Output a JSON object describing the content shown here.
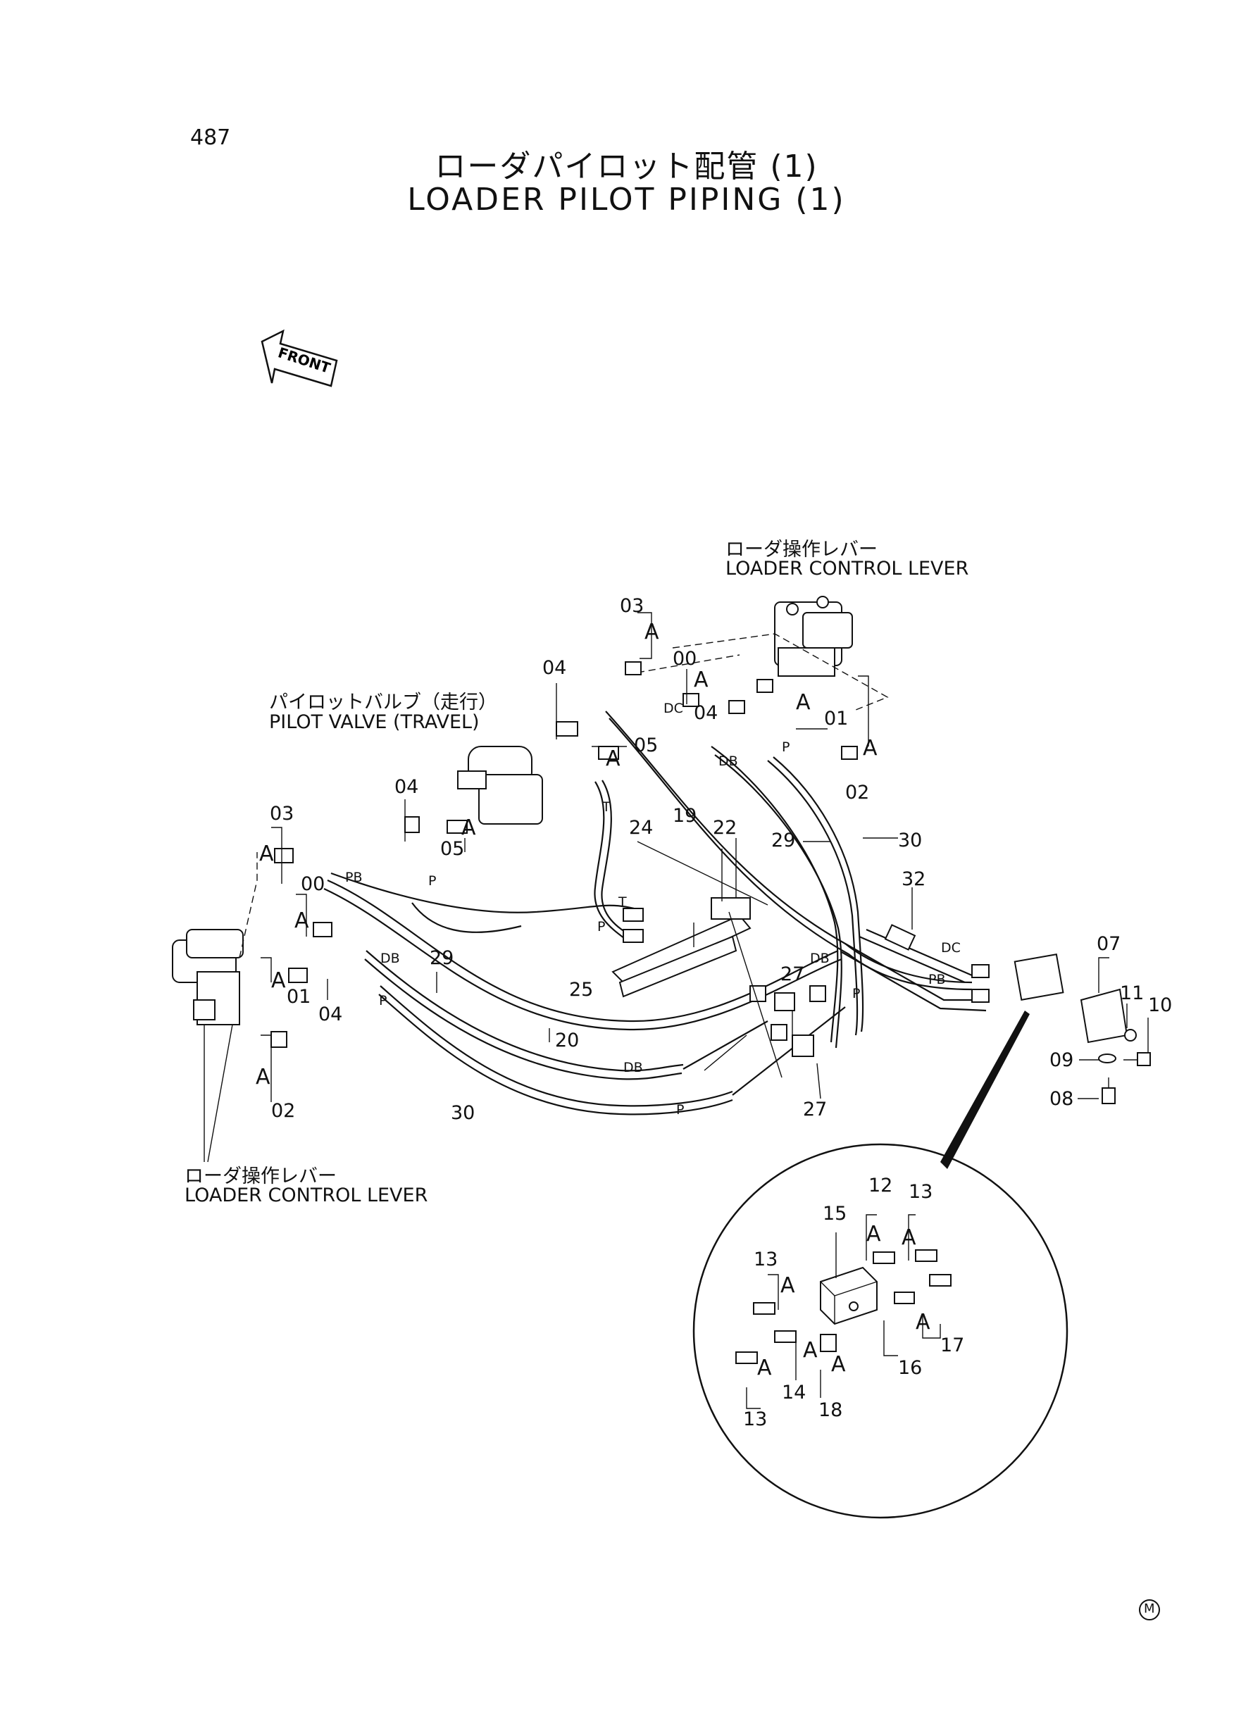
{
  "page_number": "487",
  "title_jp": "ローダパイロット配管 (1)",
  "title_en": "LOADER PILOT PIPING (1)",
  "front_arrow_label": "FRONT",
  "labels": {
    "loader_control_lever_right_jp": "ローダ操作レバー",
    "loader_control_lever_right_en": "LOADER CONTROL LEVER",
    "pilot_valve_jp": "パイロットバルブ（走行）",
    "pilot_valve_en": "PILOT VALVE (TRAVEL)",
    "loader_control_lever_left_jp": "ローダ操作レバー",
    "loader_control_lever_left_en": "LOADER CONTROL LEVER"
  },
  "part_numbers": {
    "n03_top": "03",
    "n00_top": "00",
    "n01_top": "01",
    "n02_top": "02",
    "n04_top": "04",
    "n04_mid": "04",
    "n05_mid": "05",
    "n04_pv": "04",
    "n05_pv": "05",
    "n03_left": "03",
    "n00_left": "00",
    "n01_left": "01",
    "n02_left": "02",
    "n04_left": "04",
    "n19": "19",
    "n29_top": "29",
    "n30_top": "30",
    "n32": "32",
    "n24": "24",
    "n22": "22",
    "n29_low": "29",
    "n25": "25",
    "n20": "20",
    "n30_low": "30",
    "n27_a": "27",
    "n27_b": "27",
    "n07": "07",
    "n11": "11",
    "n10": "10",
    "n09": "09",
    "n08": "08",
    "n12": "12",
    "n13_a": "13",
    "n15": "15",
    "n13_b": "13",
    "n14": "14",
    "n16": "16",
    "n17": "17",
    "n13_c": "13",
    "n18": "18"
  },
  "ports": {
    "dc_top": "DC",
    "db_top": "DB",
    "p_top": "P",
    "t_mid": "T",
    "p_pv": "P",
    "pb_left": "PB",
    "db_left": "DB",
    "p_left": "P",
    "t_center": "T",
    "p_center": "P",
    "dc_right": "DC",
    "pb_right": "PB",
    "db_right": "DB",
    "p_right": "P",
    "db_low": "DB",
    "p_low": "P"
  },
  "a_marks": [
    "A",
    "A",
    "A",
    "A",
    "A",
    "A",
    "A",
    "A",
    "A",
    "A",
    "A",
    "A",
    "A",
    "A",
    "A",
    "A",
    "A"
  ],
  "footer_mark": "M"
}
